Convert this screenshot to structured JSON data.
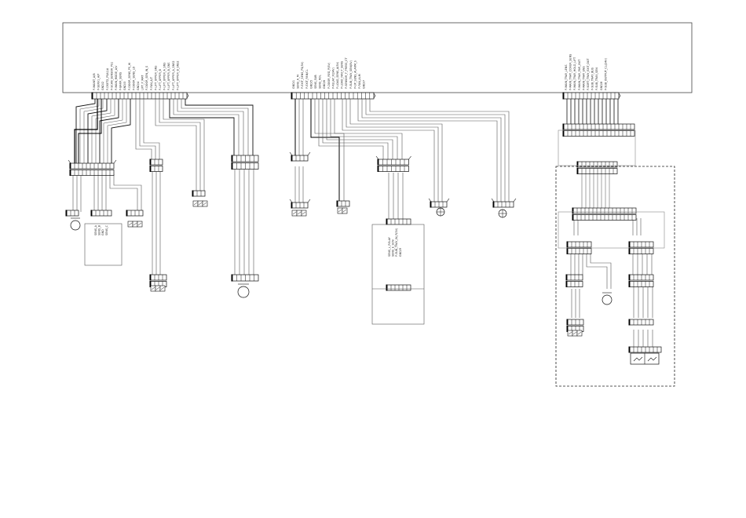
{
  "diagram": {
    "board_left_pins": [
      "P-MAINT_A/B",
      "P-SERV1_A/P",
      "GND/2",
      "P-DSET2_PSA1/A",
      "P-SCAN_SENSOR_PS1",
      "P-MAIN_MODE_A/V",
      "P-BARR_SENS",
      "GND/3",
      "P-DOOR_SENS_PS_HI",
      "P-DOOR_SENS_LO",
      "GND/4",
      "LIFT_P_MAT",
      "P-DOOR_SEN_IN_S",
      "P-FAN_A/T",
      "P-LIFT_UPPER_SNS",
      "P-LIFT_UPPER_B",
      "P-LIFT_UPPER_A_SNS",
      "P-LIFT_UPPER_B_SNS",
      "P-LIFT_UPPER_A_SNS2",
      "P-LIFT_UPPER_B_SNS2"
    ],
    "board_middle_pins": [
      "GND/1",
      "SENS_A_M",
      "P-EXIT_SENS_PS(5V)",
      "P-EXIT_PAN/CL",
      "GND/5",
      "SENS_SUB",
      "SENS_ROL",
      "GND/6",
      "P-DOOR_REG_P(5V)",
      "P-RELAY_P(24V)",
      "P-LOAD_SENS_A(5V)",
      "P-LOAD_FAN_P_SENS",
      "P-SENSOR_F_PRESS_CT",
      "P-SUB_TRAY_SEN(5V)",
      "P-UP_SENS_ALARM_S",
      "P-FAN_ALM",
      "GND/7"
    ],
    "board_right_pins": [
      "P-MAIN_TRAY_LENS",
      "P-MAIN_TRAY_COVER_SENS",
      "P-MAIN_TRAY_HOLD_LIFT",
      "P-MAIN_TRAY_PAR_OUT",
      "P-MAIN_TRAY_ENS",
      "P-SORT_TRAY_EXIT_OUT",
      "P-SUB_TRAY_BUS",
      "P-SUB_TRAY_SEN",
      "GND/8",
      "P-SUB_OUTPUT_CL(24V)"
    ],
    "sub_board_pins": [
      "SENS_L_RELAY",
      "SENS_E_SCN",
      "P-SUB_TRAY_IN_P(5V)",
      "GND/9"
    ],
    "component_labels": [
      "SENS_A",
      "SENS_B",
      "GND",
      "SENS_C"
    ]
  }
}
